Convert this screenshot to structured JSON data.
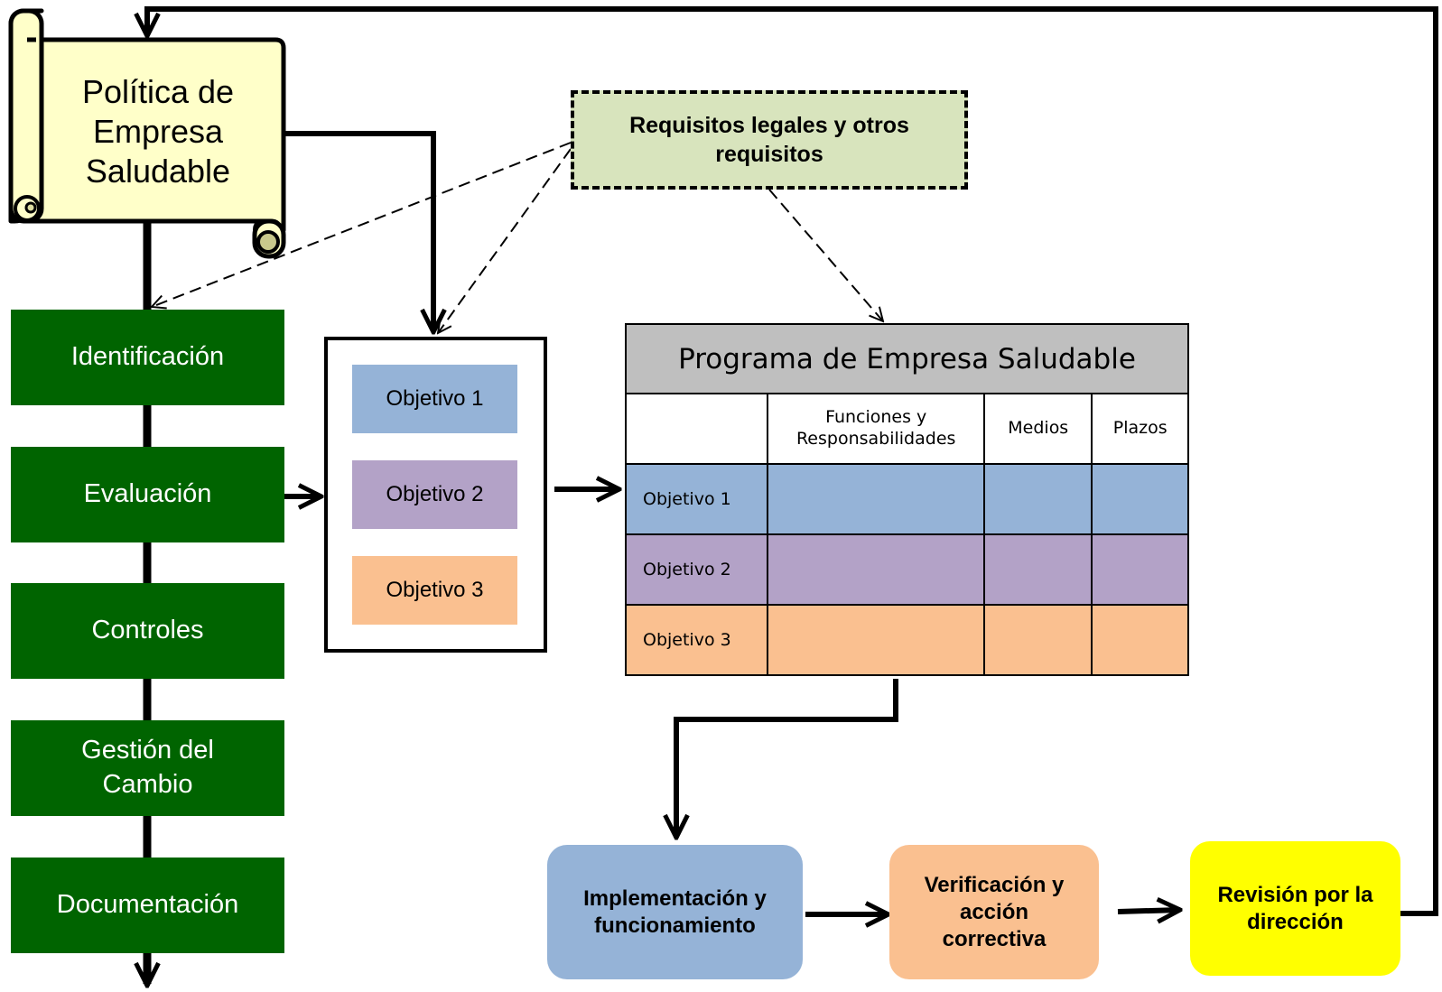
{
  "policy": {
    "line1": "Política de",
    "line2": "Empresa",
    "line3": "Saludable"
  },
  "requirements": "Requisitos legales y otros requisitos",
  "process_steps": [
    "Identificación",
    "Evaluación",
    "Controles",
    "Gestión del Cambio",
    "Documentación"
  ],
  "objectives": [
    "Objetivo 1",
    "Objetivo 2",
    "Objetivo 3"
  ],
  "program": {
    "title": "Programa de Empresa Saludable",
    "columns": [
      "",
      "Funciones y Responsabilidades",
      "Medios",
      "Plazos"
    ],
    "rows": [
      "Objetivo 1",
      "Objetivo 2",
      "Objetivo 3"
    ]
  },
  "cycle": {
    "implementation": "Implementación y funcionamiento",
    "verification": "Verificación y acción correctiva",
    "review": "Revisión por la dirección"
  },
  "colors": {
    "process_green": "#006400",
    "scroll_fill": "#ffffc9",
    "requirements_fill": "#d8e4bd",
    "objective_1": "#95b3d7",
    "objective_2": "#b3a2c7",
    "objective_3": "#fac090",
    "review_yellow": "#ffff00",
    "table_header": "#bfbfbf"
  }
}
